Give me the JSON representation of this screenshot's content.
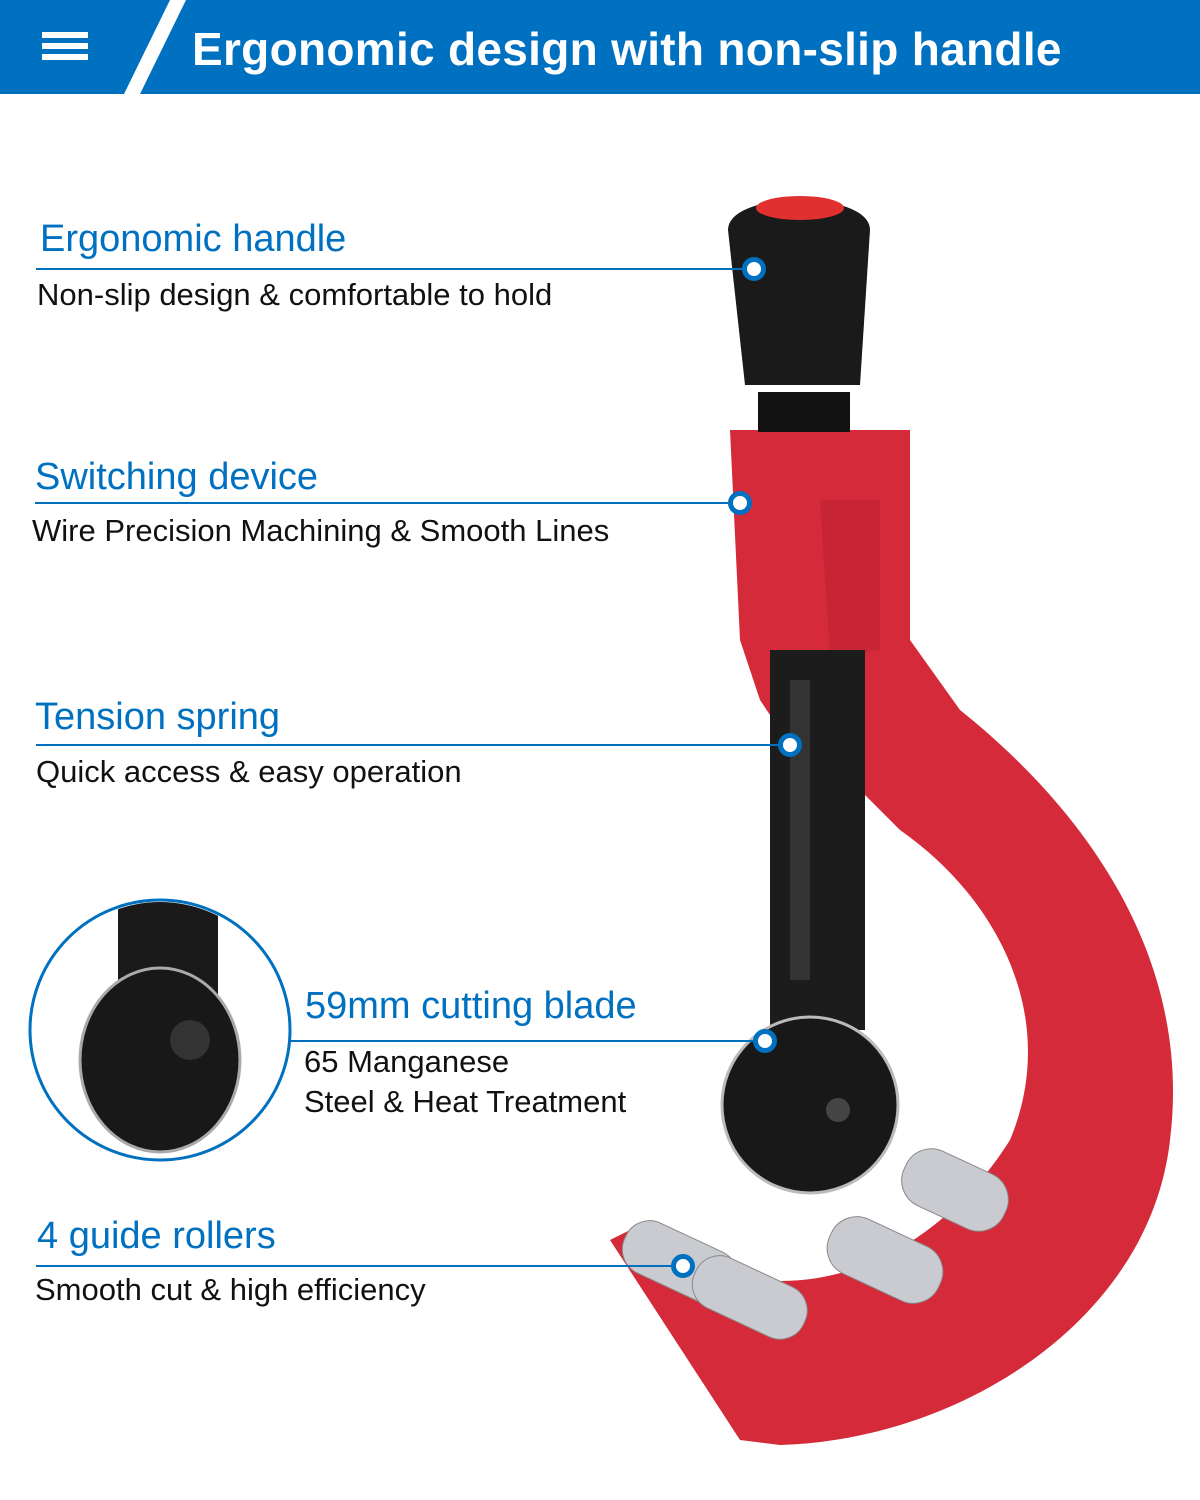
{
  "header": {
    "title": "Ergonomic design with non-slip handle",
    "menu_icon": "hamburger-menu-icon",
    "color": "#0070c0"
  },
  "features": [
    {
      "title": "Ergonomic handle",
      "subtitle": "Non-slip design & comfortable to hold"
    },
    {
      "title": "Switching device",
      "subtitle": "Wire Precision Machining & Smooth Lines"
    },
    {
      "title": "Tension spring",
      "subtitle": "Quick access & easy operation"
    },
    {
      "title": "59mm cutting blade",
      "subtitle_line1": "65 Manganese",
      "subtitle_line2": "Steel & Heat Treatment"
    },
    {
      "title": "4 guide rollers",
      "subtitle": "Smooth cut & high efficiency"
    }
  ]
}
